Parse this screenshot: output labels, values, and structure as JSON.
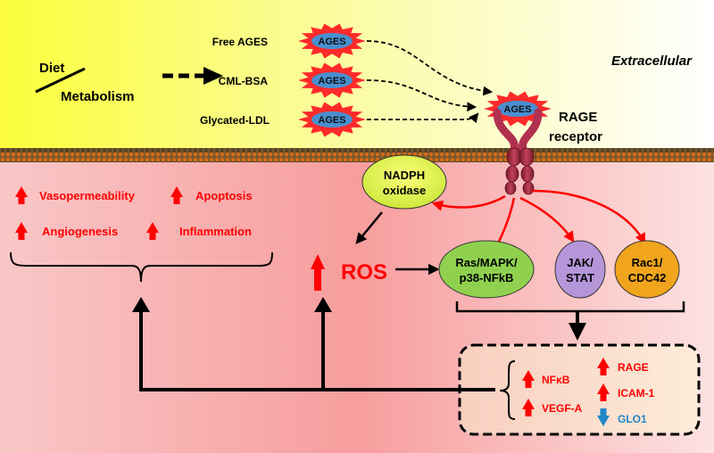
{
  "extracellular_label": "Extracellular",
  "diet": "Diet",
  "metabolism": "Metabolism",
  "ages_sources": [
    {
      "label": "Free AGES",
      "badge": "AGES"
    },
    {
      "label": "CML-BSA",
      "badge": "AGES"
    },
    {
      "label": "Glycated-LDL",
      "badge": "AGES"
    }
  ],
  "receptor": {
    "badge": "AGES",
    "line1": "RAGE",
    "line2": "receptor"
  },
  "nadph": {
    "line1": "NADPH",
    "line2": "oxidase"
  },
  "ros": "ROS",
  "pathways": [
    {
      "line1": "Ras/MAPK/",
      "line2": "p38-NFkB",
      "color": "#8fd14f"
    },
    {
      "line1": "JAK/",
      "line2": "STAT",
      "color": "#b596d9"
    },
    {
      "line1": "Rac1/",
      "line2": "CDC42",
      "color": "#f0a51c"
    }
  ],
  "effects": [
    "Vasopermeability",
    "Apoptosis",
    "Angiogenesis",
    "Inflammation"
  ],
  "genes_up": [
    "NFκB",
    "RAGE",
    "VEGF-A",
    "ICAM-1"
  ],
  "genes_down": [
    "GLO1"
  ],
  "colors": {
    "red": "#ff0000",
    "blue": "#1f86c8",
    "ages_star": "#ff2a2a",
    "ages_fill": "#4a8fd0"
  }
}
